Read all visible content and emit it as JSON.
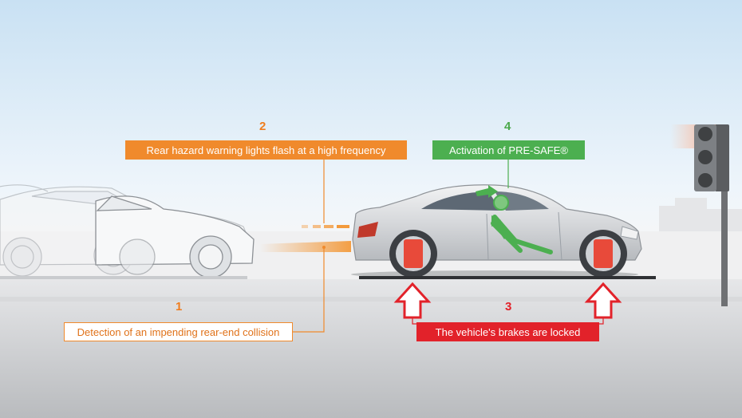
{
  "steps": [
    {
      "number": "1",
      "text": "Detection of an impending rear-end collision"
    },
    {
      "number": "2",
      "text": "Rear hazard warning lights flash at a high frequency"
    },
    {
      "number": "3",
      "text": "The vehicle's brakes are locked"
    },
    {
      "number": "4",
      "text": "Activation of PRE-SAFE®"
    }
  ],
  "colors": {
    "orange": "#f08a2c",
    "green": "#4caf50",
    "red": "#e2222a",
    "car": "#d9dbde",
    "sky": "#cfe4f4"
  }
}
